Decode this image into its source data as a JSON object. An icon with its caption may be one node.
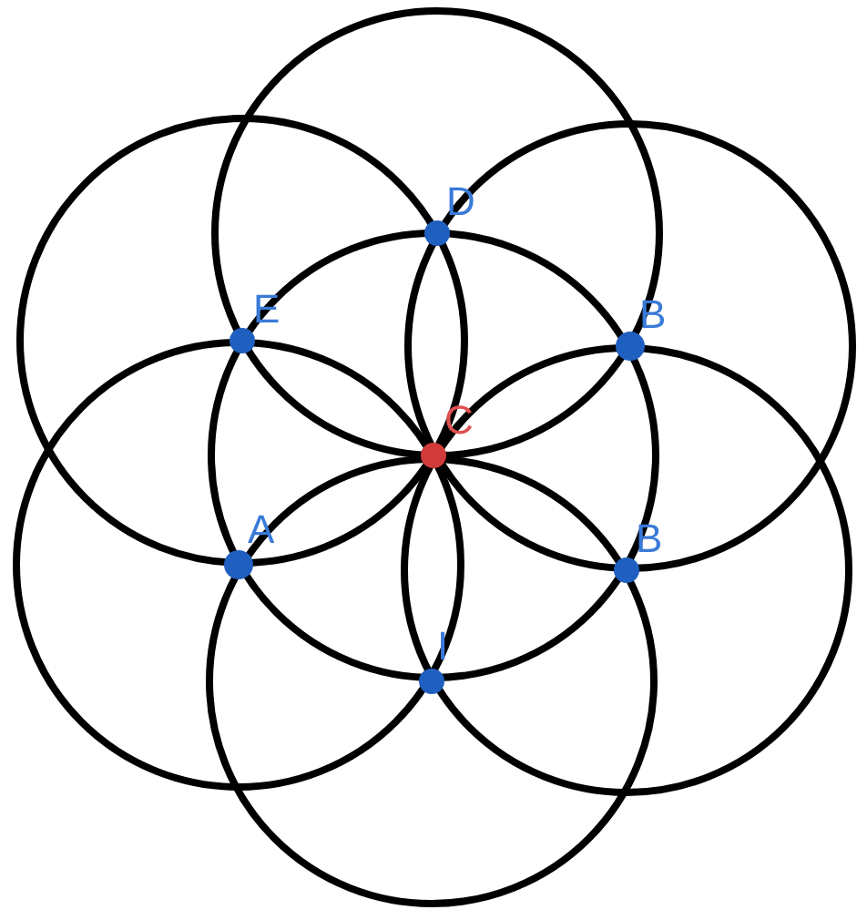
{
  "diagram": {
    "labels": [
      "D",
      "E",
      "B",
      "C",
      "A",
      "B",
      "I"
    ]
  }
}
